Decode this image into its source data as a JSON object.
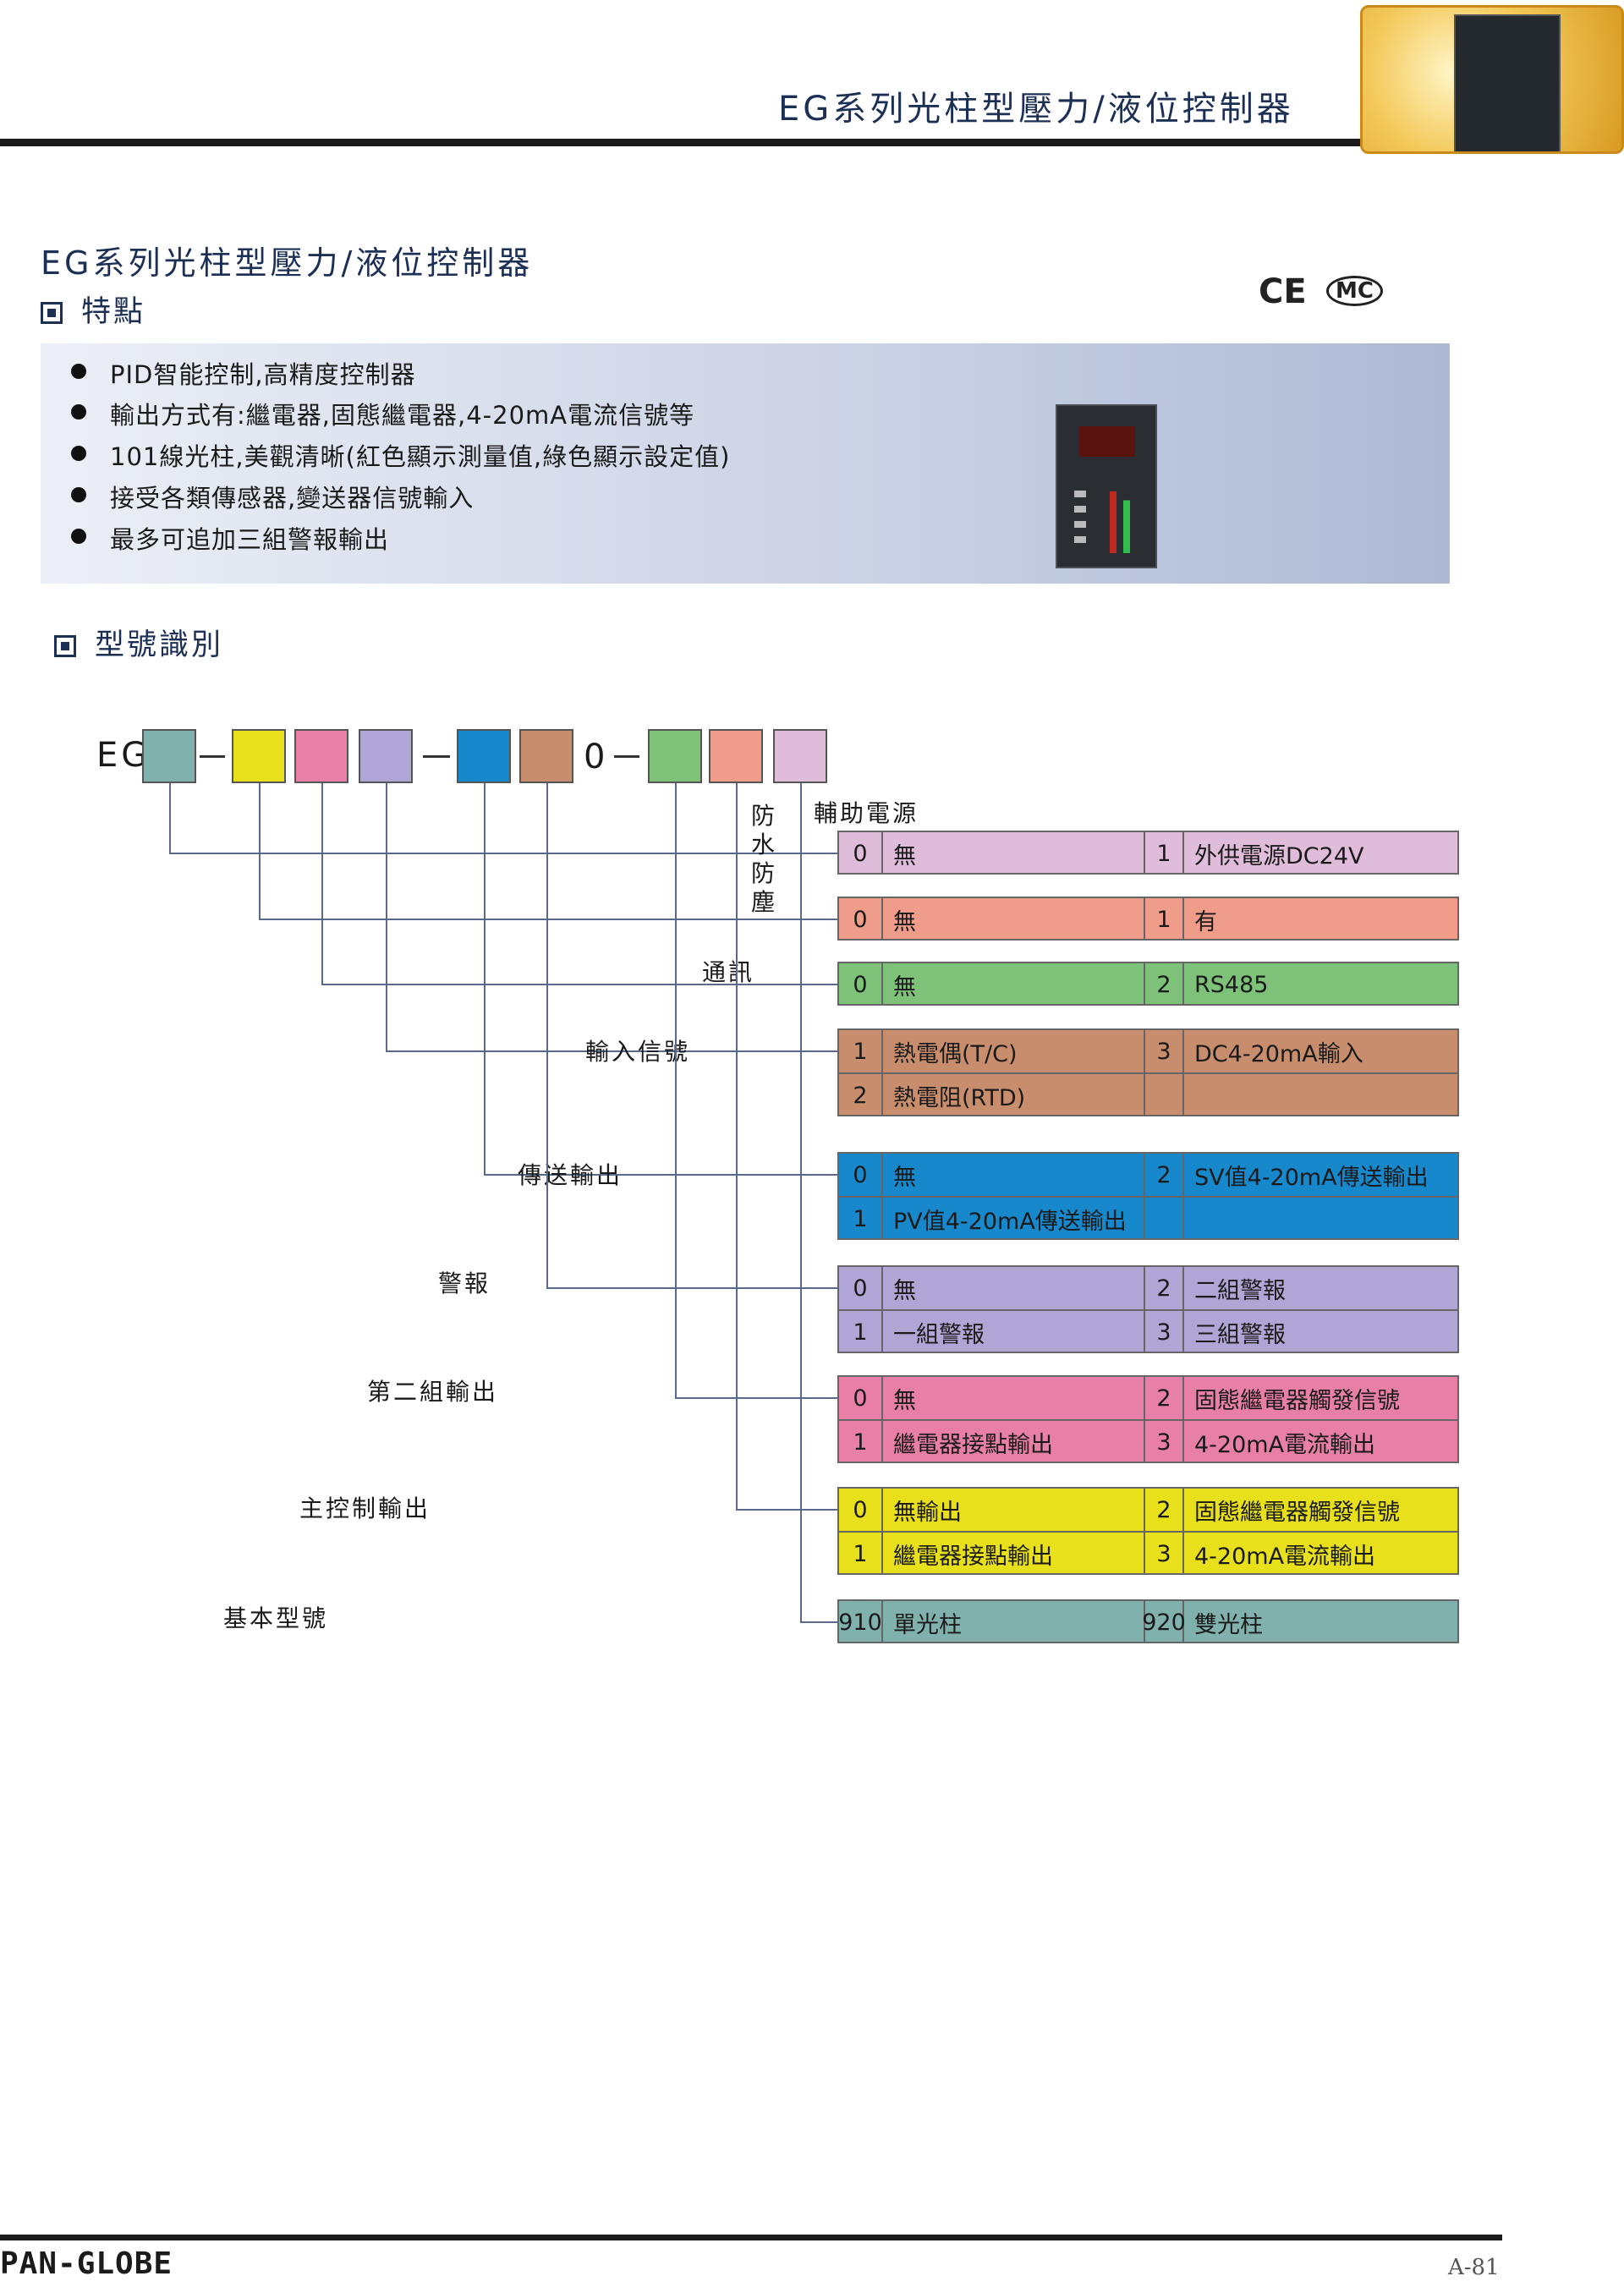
{
  "header": {
    "title": "EG系列光柱型壓力/液位控制器"
  },
  "document": {
    "title": "EG系列光柱型壓力/液位控制器",
    "certifications": [
      "CE",
      "MC"
    ]
  },
  "features": {
    "heading": "特點",
    "items": [
      "PID智能控制,高精度控制器",
      "輸出方式有:繼電器,固態繼電器,4-20mA電流信號等",
      "101線光柱,美觀清晰(紅色顯示測量值,綠色顯示設定值)",
      "接受各類傳感器,變送器信號輸入",
      "最多可追加三組警報輸出"
    ]
  },
  "model": {
    "heading": "型號識別",
    "prefix": "EG",
    "fixed_digit": "0",
    "slot_colors": [
      "#80b1ad",
      "#e9e01c",
      "#e77fa7",
      "#b0a6d5",
      "#1888cd",
      "#c88d6c",
      "#7ec27a",
      "#ef9c8a",
      "#e0bcdb"
    ],
    "categories": [
      {
        "label": "輔助電源",
        "color": "#e0bcdb",
        "rows": [
          {
            "c1": "0",
            "d1": "無",
            "c2": "1",
            "d2": "外供電源DC24V"
          }
        ]
      },
      {
        "label": "防水防塵",
        "color": "#ef9c8a",
        "rows": [
          {
            "c1": "0",
            "d1": "無",
            "c2": "1",
            "d2": "有"
          }
        ]
      },
      {
        "label": "通訊",
        "color": "#7ec27a",
        "rows": [
          {
            "c1": "0",
            "d1": "無",
            "c2": "2",
            "d2": "RS485"
          }
        ]
      },
      {
        "label": "輸入信號",
        "color": "#c88d6c",
        "rows": [
          {
            "c1": "1",
            "d1": "熱電偶(T/C)",
            "c2": "3",
            "d2": "DC4-20mA輸入"
          },
          {
            "c1": "2",
            "d1": "熱電阻(RTD)",
            "c2": "",
            "d2": ""
          }
        ]
      },
      {
        "label": "傳送輸出",
        "color": "#1888cd",
        "rows": [
          {
            "c1": "0",
            "d1": "無",
            "c2": "2",
            "d2": "SV值4-20mA傳送輸出"
          },
          {
            "c1": "1",
            "d1": "PV值4-20mA傳送輸出",
            "c2": "",
            "d2": ""
          }
        ]
      },
      {
        "label": "警報",
        "color": "#b0a6d5",
        "rows": [
          {
            "c1": "0",
            "d1": "無",
            "c2": "2",
            "d2": "二組警報"
          },
          {
            "c1": "1",
            "d1": "一組警報",
            "c2": "3",
            "d2": "三組警報"
          }
        ]
      },
      {
        "label": "第二組輸出",
        "color": "#e77fa7",
        "rows": [
          {
            "c1": "0",
            "d1": "無",
            "c2": "2",
            "d2": "固態繼電器觸發信號"
          },
          {
            "c1": "1",
            "d1": "繼電器接點輸出",
            "c2": "3",
            "d2": "4-20mA電流輸出"
          }
        ]
      },
      {
        "label": "主控制輸出",
        "color": "#e9e01c",
        "rows": [
          {
            "c1": "0",
            "d1": "無輸出",
            "c2": "2",
            "d2": "固態繼電器觸發信號"
          },
          {
            "c1": "1",
            "d1": "繼電器接點輸出",
            "c2": "3",
            "d2": "4-20mA電流輸出"
          }
        ]
      },
      {
        "label": "基本型號",
        "color": "#80b1ad",
        "rows": [
          {
            "c1": "910",
            "d1": "單光柱",
            "c2": "920",
            "d2": "雙光柱"
          }
        ]
      }
    ]
  },
  "footer": {
    "logo": "PAN-GLOBE",
    "page_number": "A-81"
  }
}
